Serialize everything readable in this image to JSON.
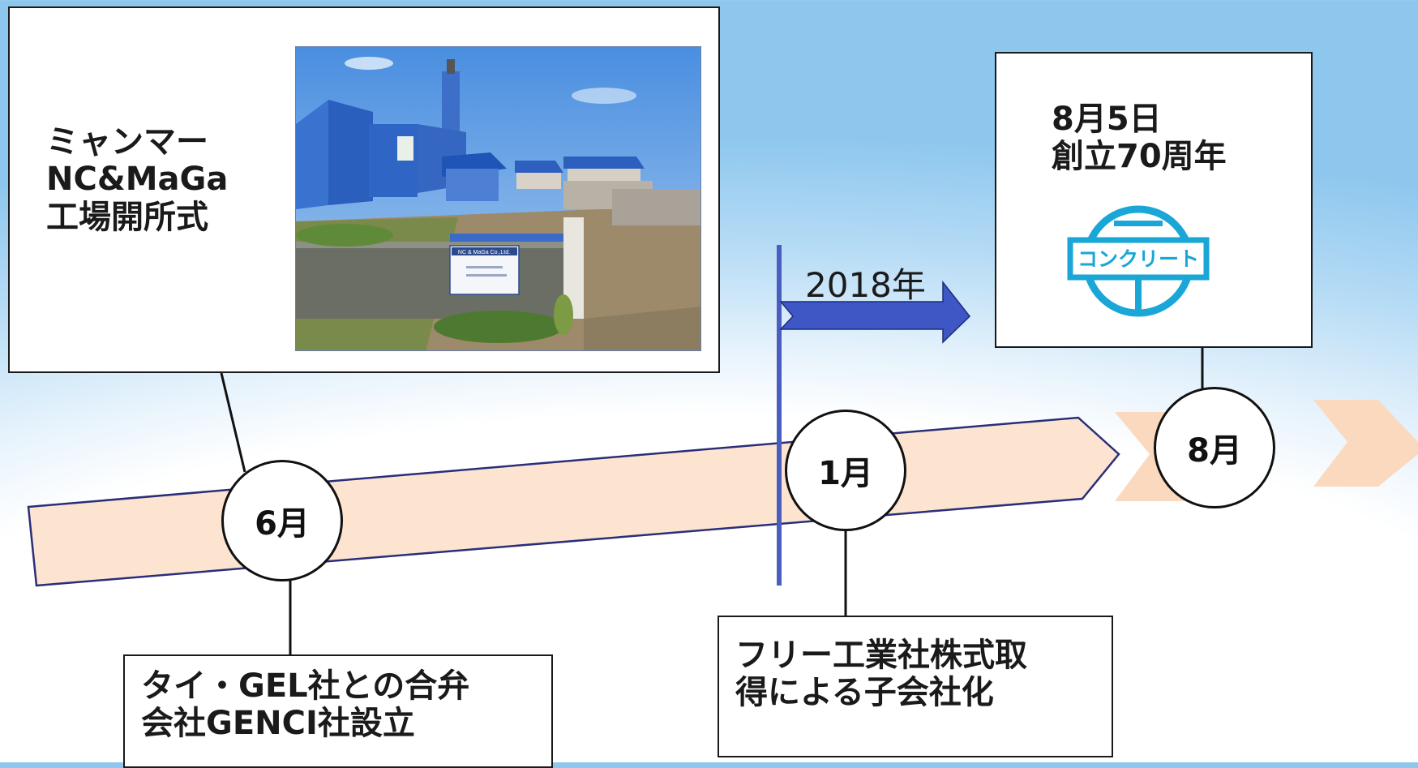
{
  "events": {
    "jun": {
      "month": "6月",
      "top_title": [
        "ミャンマー",
        "NC&MaGa",
        "工場開所式"
      ],
      "bottom_note": [
        "タイ・GEL社との合弁",
        "会社GENCI社設立"
      ],
      "photo_sign": "NC & MaGa Co.,Ltd."
    },
    "jan": {
      "month": "1月",
      "year_label": "2018年",
      "bottom_note": [
        "フリー工業社株式取",
        "得による子会社化"
      ]
    },
    "aug": {
      "month": "8月",
      "top_title": [
        "8月5日",
        "創立70周年"
      ],
      "logo_text": "コンクリート"
    }
  },
  "colors": {
    "timeline_fill": "#fce4d0",
    "timeline_border": "#2a2e7a",
    "chevron_fill": "#fbd9be",
    "year_line": "#4a5ec0",
    "year_arrow": "#3e57c4",
    "logo": "#1aa6d6"
  }
}
